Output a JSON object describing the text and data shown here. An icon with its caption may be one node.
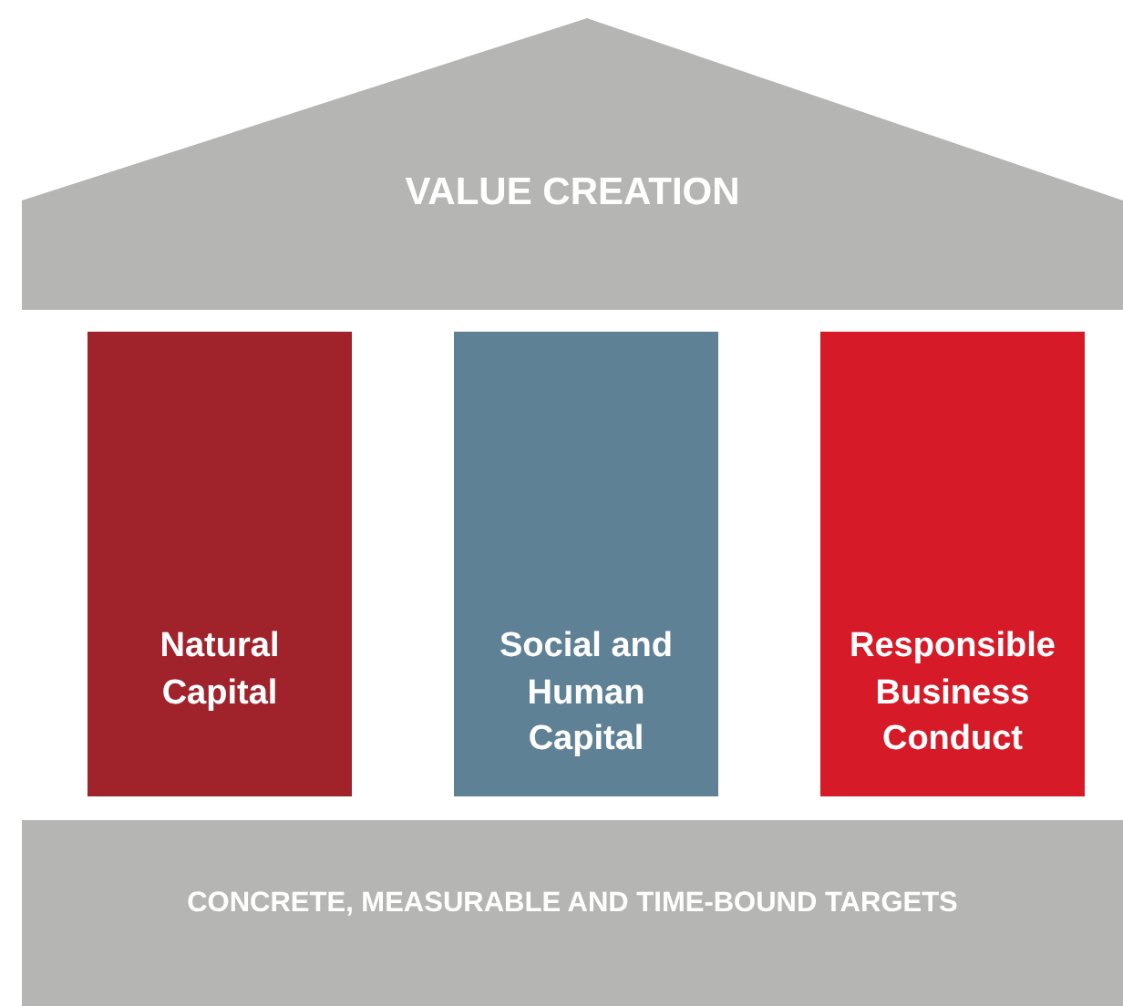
{
  "diagram": {
    "nodes": [
      {
        "text": [
          "VALUE CREATION"
        ]
      },
      {
        "text": [
          "Natural Capital"
        ]
      },
      {
        "text": [
          "Social and Human Capital"
        ]
      },
      {
        "text": [
          "Responsible Business Conduct"
        ]
      },
      {
        "text": [
          "CONCRETE, MEASURABLE AND TIME-BOUND TARGETS"
        ]
      }
    ],
    "edges": []
  }
}
